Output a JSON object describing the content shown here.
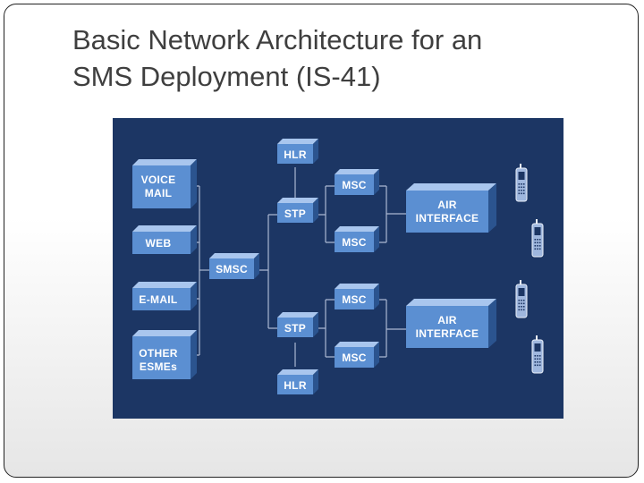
{
  "slide": {
    "title_line1": "Basic Network Architecture for an",
    "title_line2": "SMS Deployment (IS-41)"
  },
  "diagram": {
    "colors": {
      "background": "#1c3664",
      "box_front": "#5b8fd2",
      "box_top": "#a9c6ee",
      "box_side": "#2b548f",
      "line": "#aab8d2"
    },
    "nodes": {
      "voice_mail": [
        "VOICE",
        "MAIL"
      ],
      "web": "WEB",
      "email": "E-MAIL",
      "other_esmes": [
        "OTHER",
        "ESMEs"
      ],
      "smsc": "SMSC",
      "hlr_top": "HLR",
      "stp_top": "STP",
      "stp_bottom": "STP",
      "hlr_bottom": "HLR",
      "msc_1": "MSC",
      "msc_2": "MSC",
      "msc_3": "MSC",
      "msc_4": "MSC",
      "air_top": [
        "AIR",
        "INTERFACE"
      ],
      "air_bottom": [
        "AIR",
        "INTERFACE"
      ]
    },
    "phone_icons": 4
  }
}
